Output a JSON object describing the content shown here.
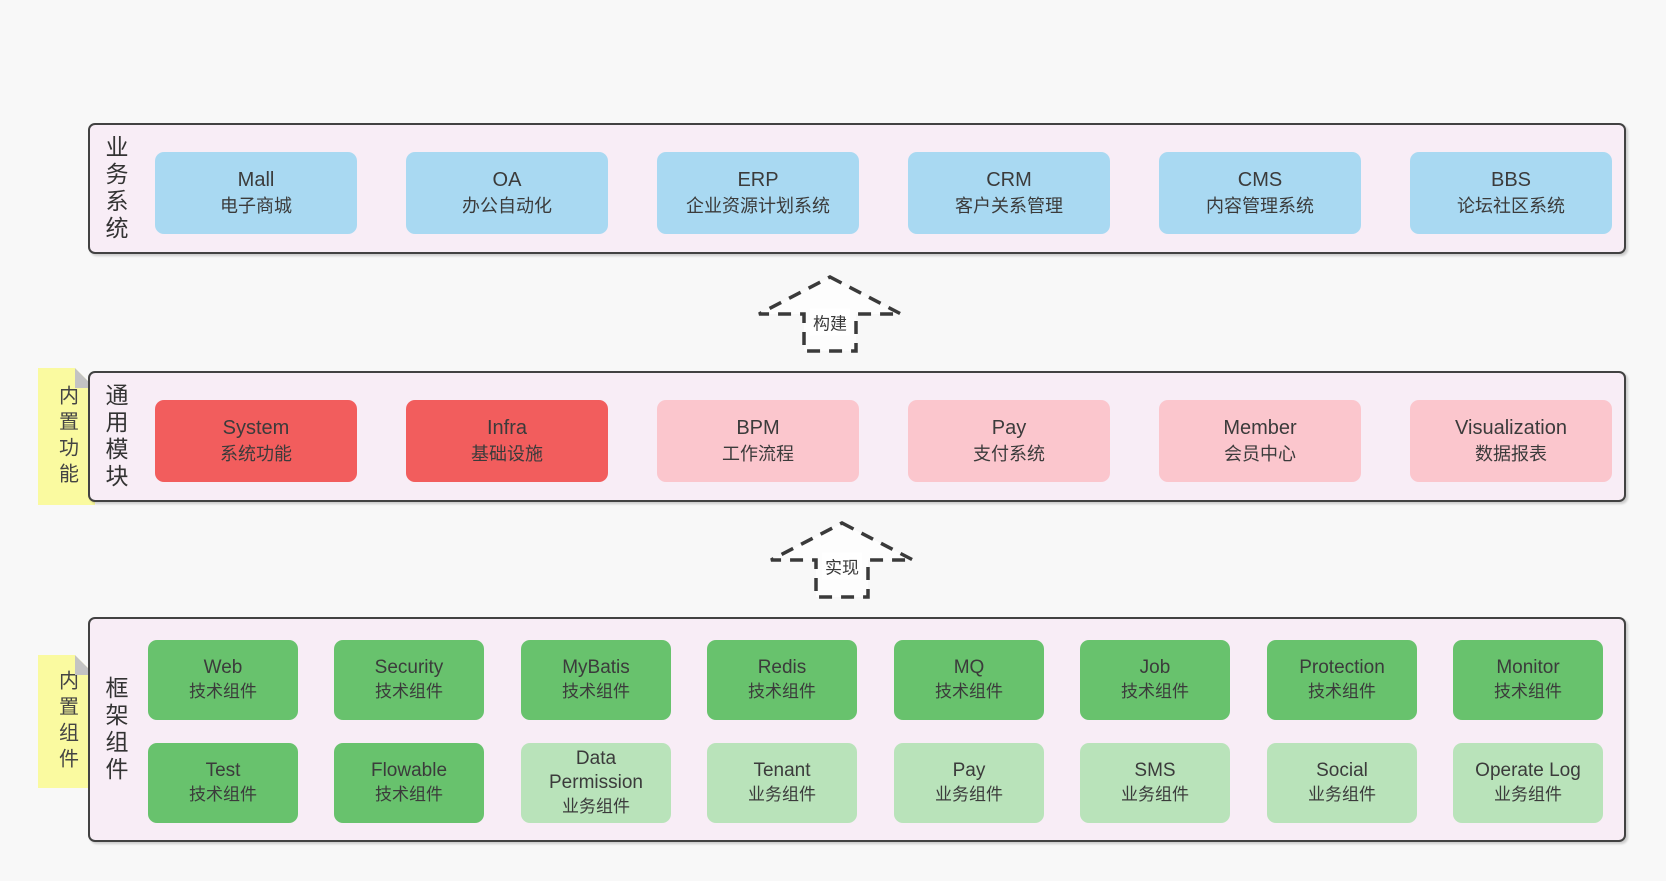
{
  "colors": {
    "page_bg": "#f8f8f8",
    "band_bg": "#f8edf6",
    "band_border": "#424242",
    "blue_box": "#a9d9f2",
    "red_box": "#f25d5d",
    "pink_box": "#fbc6cd",
    "green_dark_box": "#68c26d",
    "green_light_box": "#b9e3ba",
    "note_bg": "#fafaa0",
    "note_fold": "#c3c3c3",
    "text": "#3b3b3b"
  },
  "arrows": [
    {
      "label": "构建"
    },
    {
      "label": "实现"
    }
  ],
  "bands": [
    {
      "label": "业务系统",
      "boxes": [
        {
          "en": "Mall",
          "zh": "电子商城"
        },
        {
          "en": "OA",
          "zh": "办公自动化"
        },
        {
          "en": "ERP",
          "zh": "企业资源计划系统"
        },
        {
          "en": "CRM",
          "zh": "客户关系管理"
        },
        {
          "en": "CMS",
          "zh": "内容管理系统"
        },
        {
          "en": "BBS",
          "zh": "论坛社区系统"
        }
      ]
    },
    {
      "label": "通用模块",
      "note": "内置功能",
      "boxes": [
        {
          "en": "System",
          "zh": "系统功能"
        },
        {
          "en": "Infra",
          "zh": "基础设施"
        },
        {
          "en": "BPM",
          "zh": "工作流程"
        },
        {
          "en": "Pay",
          "zh": "支付系统"
        },
        {
          "en": "Member",
          "zh": "会员中心"
        },
        {
          "en": "Visualization",
          "zh": "数据报表"
        }
      ]
    },
    {
      "label": "框架组件",
      "note": "内置组件",
      "rows": [
        [
          {
            "en": "Web",
            "zh": "技术组件"
          },
          {
            "en": "Security",
            "zh": "技术组件"
          },
          {
            "en": "MyBatis",
            "zh": "技术组件"
          },
          {
            "en": "Redis",
            "zh": "技术组件"
          },
          {
            "en": "MQ",
            "zh": "技术组件"
          },
          {
            "en": "Job",
            "zh": "技术组件"
          },
          {
            "en": "Protection",
            "zh": "技术组件"
          },
          {
            "en": "Monitor",
            "zh": "技术组件"
          }
        ],
        [
          {
            "en": "Test",
            "zh": "技术组件"
          },
          {
            "en": "Flowable",
            "zh": "技术组件"
          },
          {
            "en": "Data Permission",
            "zh": "业务组件"
          },
          {
            "en": "Tenant",
            "zh": "业务组件"
          },
          {
            "en": "Pay",
            "zh": "业务组件"
          },
          {
            "en": "SMS",
            "zh": "业务组件"
          },
          {
            "en": "Social",
            "zh": "业务组件"
          },
          {
            "en": "Operate Log",
            "zh": "业务组件"
          }
        ]
      ]
    }
  ]
}
